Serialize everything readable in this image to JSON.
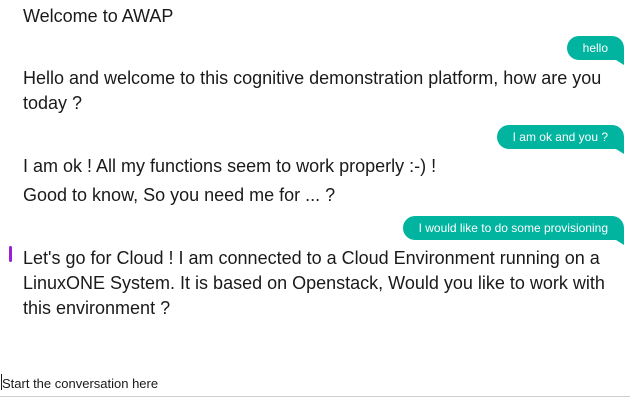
{
  "colors": {
    "accent": "#00b4a0",
    "focus_marker": "#9b1fd6",
    "text": "#1a1a1a"
  },
  "conversation": {
    "welcome": "Welcome to AWAP",
    "messages": [
      {
        "from": "user",
        "text": "hello"
      },
      {
        "from": "bot",
        "text": "Hello and welcome to this cognitive demonstration platform, how are you today ?"
      },
      {
        "from": "user",
        "text": "I am ok and you ?"
      },
      {
        "from": "bot",
        "text": "I am ok ! All my functions seem to work properly :-) !"
      },
      {
        "from": "bot",
        "text": "Good to know, So you need me for ... ?"
      },
      {
        "from": "user",
        "text": "I would like to do some provisioning"
      },
      {
        "from": "bot",
        "text": "Let's go for Cloud ! I am connected to a Cloud Environment running on a LinuxONE System. It is based on Openstack, Would you like to work with this environment ?"
      }
    ]
  },
  "input": {
    "placeholder": "Start the conversation here",
    "value": ""
  }
}
